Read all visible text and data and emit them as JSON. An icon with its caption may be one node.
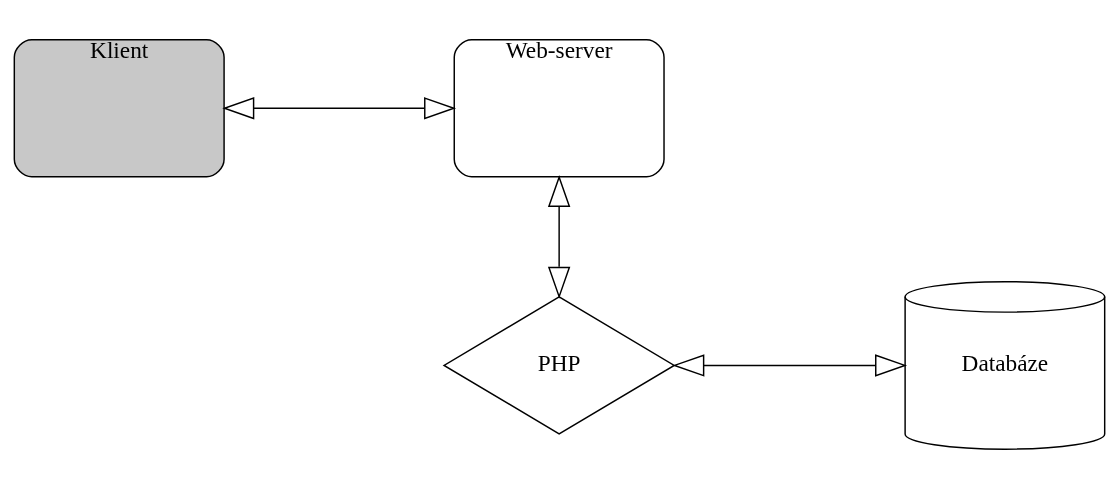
{
  "diagram": {
    "nodes": [
      {
        "text": [
          "Klient"
        ]
      },
      {
        "text": [
          "Web-server"
        ]
      },
      {
        "text": [
          "PHP"
        ]
      },
      {
        "text": [
          "Databáze"
        ]
      }
    ],
    "edges": [
      {
        "from": 0,
        "to": 1,
        "arrow": "both"
      },
      {
        "from": 1,
        "to": 2,
        "arrow": "both"
      },
      {
        "from": 2,
        "to": 3,
        "arrow": "both"
      }
    ]
  }
}
